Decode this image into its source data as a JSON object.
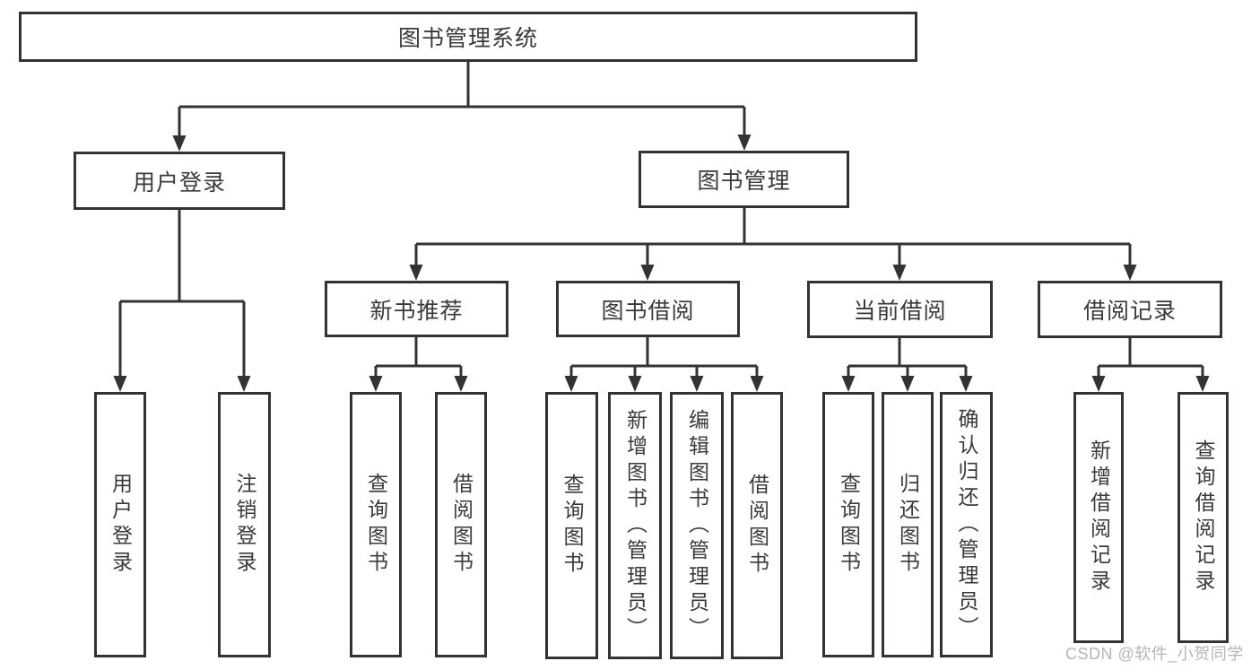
{
  "diagram_title": "图书管理系统",
  "tree": {
    "label": "图书管理系统",
    "children": [
      {
        "label": "用户登录",
        "children": [
          {
            "label": "用户登录"
          },
          {
            "label": "注销登录"
          }
        ]
      },
      {
        "label": "图书管理",
        "children": [
          {
            "label": "新书推荐",
            "children": [
              {
                "label": "查询图书"
              },
              {
                "label": "借阅图书"
              }
            ]
          },
          {
            "label": "图书借阅",
            "children": [
              {
                "label": "查询图书"
              },
              {
                "label": "新增图书（管理员）"
              },
              {
                "label": "编辑图书（管理员）"
              },
              {
                "label": "借阅图书"
              }
            ]
          },
          {
            "label": "当前借阅",
            "children": [
              {
                "label": "查询图书"
              },
              {
                "label": "归还图书"
              },
              {
                "label": "确认归还（管理员）"
              }
            ]
          },
          {
            "label": "借阅记录",
            "children": [
              {
                "label": "新增借阅记录"
              },
              {
                "label": "查询借阅记录"
              }
            ]
          }
        ]
      }
    ]
  },
  "watermark": {
    "text": "CSDN @软件_小贺同学"
  },
  "colors": {
    "box_border": "#333333",
    "connector": "#333333",
    "text": "#3a3a3a",
    "watermark": "#b5b5b5",
    "background": "#ffffff"
  }
}
